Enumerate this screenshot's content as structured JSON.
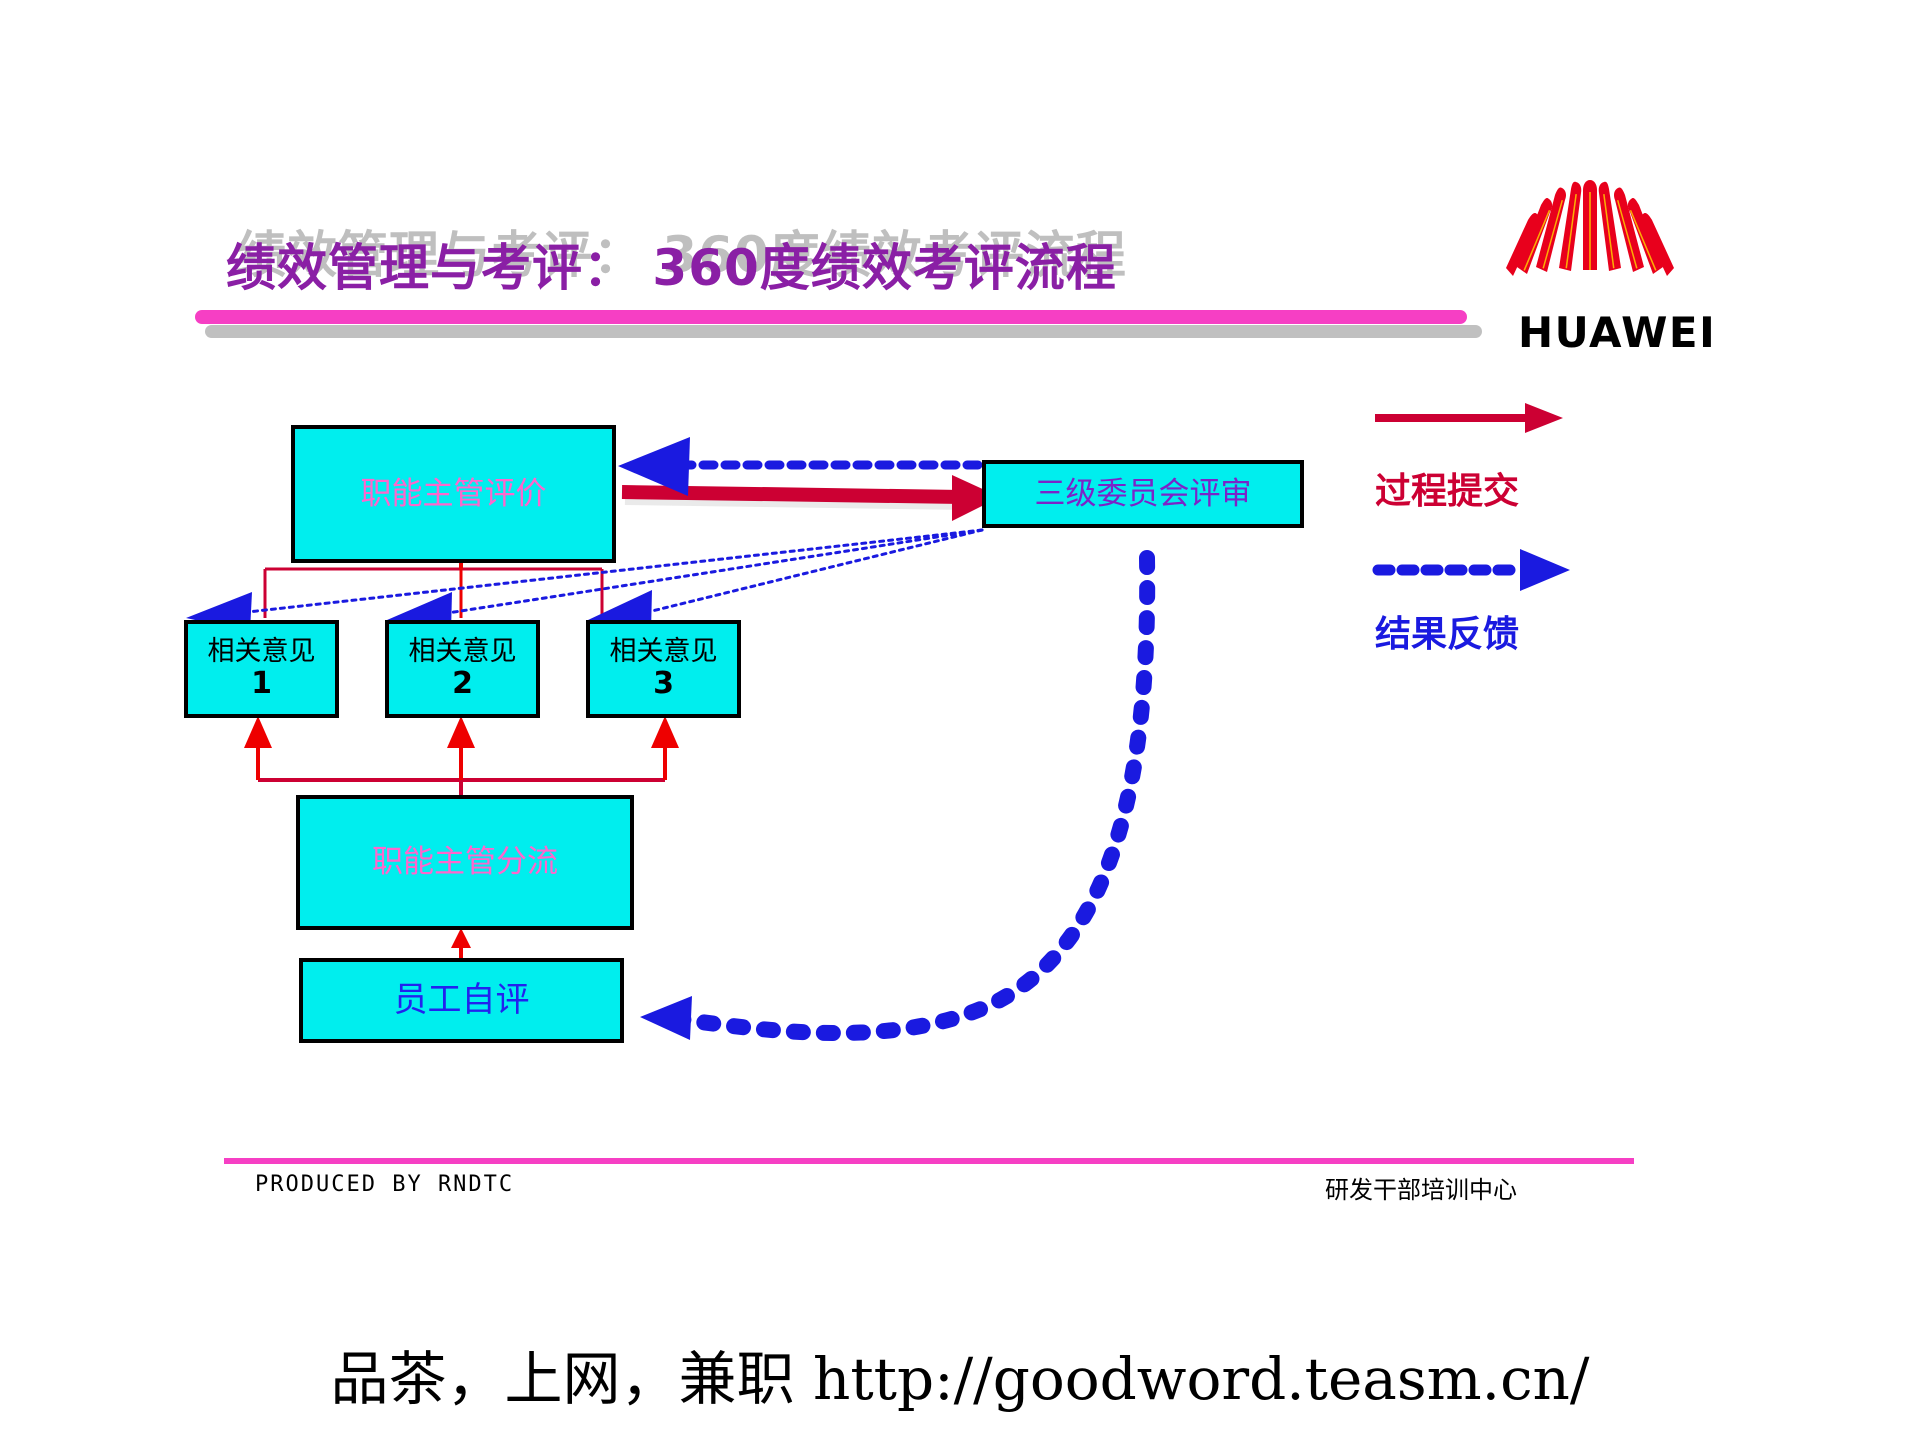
{
  "slide": {
    "title_prefix": "绩效管理与考评：",
    "title_suffix": "360度绩效考评流程",
    "title_full": "绩效管理与考评： 360度绩效考评流程",
    "brand": "HUAWEI",
    "brand_logo_icon": "huawei-fan-logo-icon"
  },
  "colors": {
    "title_purple": "#8a1fa5",
    "title_shadow_gray": "#bfbfbf",
    "bar_magenta": "#f63fc4",
    "bar_gray": "#c0c0c0",
    "node_fill_cyan": "#00eeee",
    "node_border_black": "#000000",
    "text_pink": "#ff66cc",
    "text_purple": "#7b24c8",
    "text_blue": "#2222ee",
    "arrow_red": "#cc0033",
    "arrow_blue": "#1a1ae0",
    "logo_red": "#e8001c"
  },
  "diagram": {
    "nodes": [
      {
        "id": "func-eval",
        "label": "职能主管评价",
        "number": ""
      },
      {
        "id": "committee",
        "label": "三级委员会评审",
        "number": ""
      },
      {
        "id": "opinion-1",
        "label": "相关意见",
        "number": "1"
      },
      {
        "id": "opinion-2",
        "label": "相关意见",
        "number": "2"
      },
      {
        "id": "opinion-3",
        "label": "相关意见",
        "number": "3"
      },
      {
        "id": "dispatch",
        "label": "职能主管分流",
        "number": ""
      },
      {
        "id": "self-eval",
        "label": "员工自评",
        "number": ""
      }
    ],
    "legend": [
      {
        "id": "submit",
        "label": "过程提交",
        "style": "solid-red-arrow",
        "color": "#cc0033"
      },
      {
        "id": "feedback",
        "label": "结果反馈",
        "style": "dotted-blue-arrow",
        "color": "#1a1ae0"
      }
    ],
    "flows_submit": [
      "员工自评 → 职能主管分流",
      "职能主管分流 → 相关意见 1",
      "职能主管分流 → 相关意见 2",
      "职能主管分流 → 相关意见 3",
      "相关意见 1 → 职能主管评价",
      "相关意见 2 → 职能主管评价",
      "相关意见 3 → 职能主管评价",
      "职能主管评价 → 三级委员会评审"
    ],
    "flows_feedback": [
      "三级委员会评审 → 职能主管评价",
      "三级委员会评审 → 相关意见 1",
      "三级委员会评审 → 相关意见 2",
      "三级委员会评审 → 相关意见 3",
      "三级委员会评审 → 员工自评"
    ]
  },
  "footer": {
    "produced_by": "PRODUCED BY RNDTC",
    "center": "研发干部培训中心"
  },
  "watermark": {
    "text": "品茶，上网，兼职 http://goodword.teasm.cn/"
  }
}
